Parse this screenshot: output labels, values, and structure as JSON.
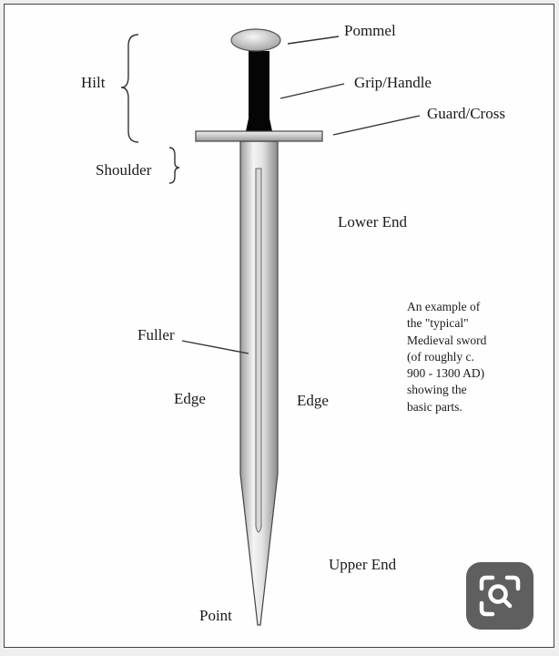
{
  "labels": {
    "pommel": "Pommel",
    "hilt": "Hilt",
    "grip": "Grip/Handle",
    "guard": "Guard/Cross",
    "shoulder": "Shoulder",
    "lower_end": "Lower End",
    "fuller": "Fuller",
    "edge_left": "Edge",
    "edge_right": "Edge",
    "upper_end": "Upper End",
    "point": "Point"
  },
  "caption": [
    "An example of",
    "the \"typical\"",
    "Medieval sword",
    "(of roughly c.",
    "900 - 1300 AD)",
    "showing the",
    "basic parts."
  ],
  "icons": {
    "lens": "visual-search-icon"
  }
}
